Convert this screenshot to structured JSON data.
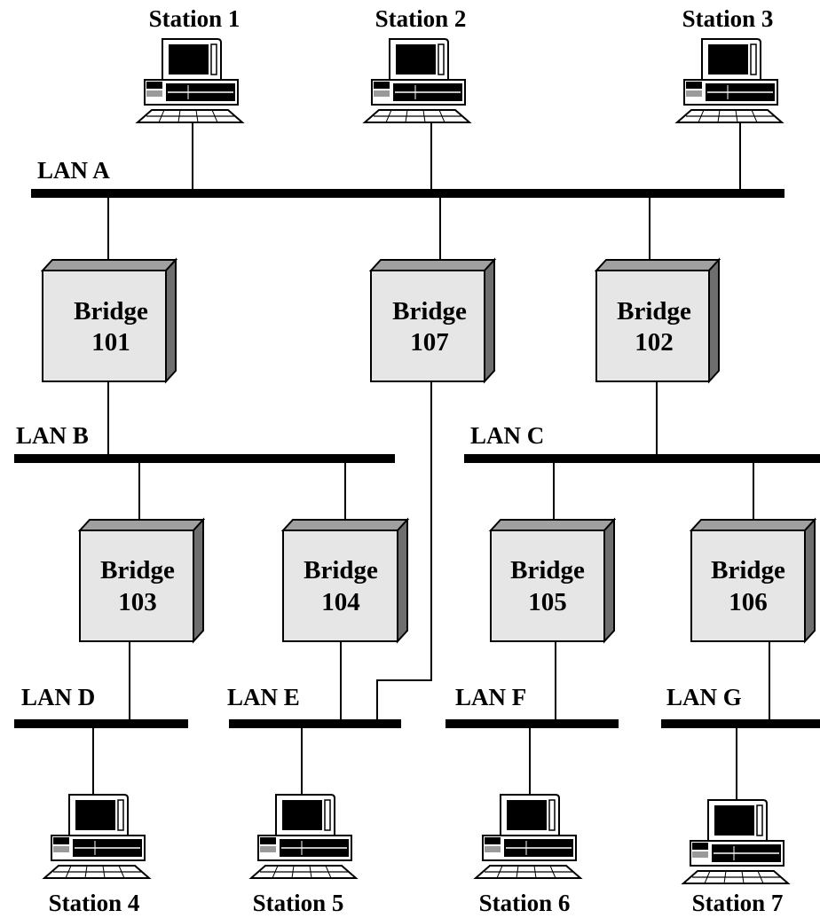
{
  "colors": {
    "line": "#000000",
    "bridge_front": "#e6e6e6",
    "bridge_top": "#a0a0a0",
    "bridge_side": "#6e6e6e",
    "background": "#ffffff"
  },
  "lans": {
    "a": "LAN A",
    "b": "LAN B",
    "c": "LAN C",
    "d": "LAN D",
    "e": "LAN E",
    "f": "LAN F",
    "g": "LAN G"
  },
  "bridges": {
    "b101": {
      "word": "Bridge",
      "number": "101"
    },
    "b107": {
      "word": "Bridge",
      "number": "107"
    },
    "b102": {
      "word": "Bridge",
      "number": "102"
    },
    "b103": {
      "word": "Bridge",
      "number": "103"
    },
    "b104": {
      "word": "Bridge",
      "number": "104"
    },
    "b105": {
      "word": "Bridge",
      "number": "105"
    },
    "b106": {
      "word": "Bridge",
      "number": "106"
    }
  },
  "stations": {
    "s1": "Station 1",
    "s2": "Station 2",
    "s3": "Station 3",
    "s4": "Station 4",
    "s5": "Station 5",
    "s6": "Station 6",
    "s7": "Station 7"
  },
  "icons": {
    "computer": "desktop-computer-icon",
    "bridge": "bridge-box-icon"
  }
}
